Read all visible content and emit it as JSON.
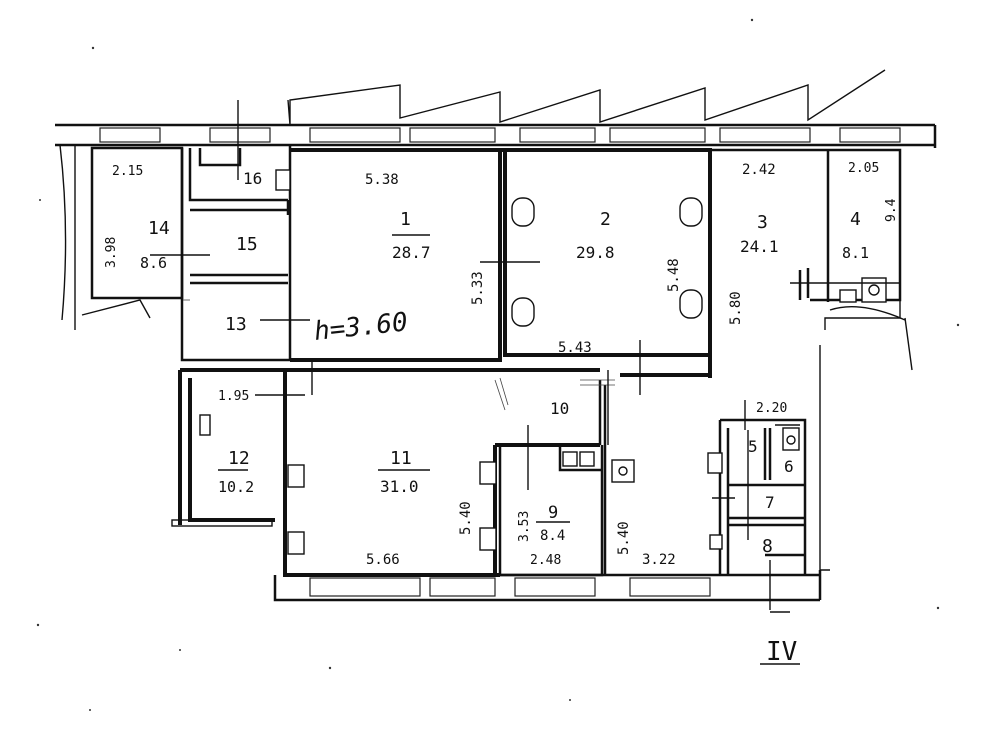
{
  "plan": {
    "height_note": "h=3.60",
    "corner_mark": "IV",
    "rooms": [
      {
        "num": "1",
        "area": "28.7"
      },
      {
        "num": "2",
        "area": "29.8"
      },
      {
        "num": "3",
        "area": "24.1"
      },
      {
        "num": "4",
        "area": "8.1"
      },
      {
        "num": "5",
        "area": ""
      },
      {
        "num": "6",
        "area": ""
      },
      {
        "num": "7",
        "area": ""
      },
      {
        "num": "8",
        "area": ""
      },
      {
        "num": "9",
        "area": "8.4"
      },
      {
        "num": "10",
        "area": ""
      },
      {
        "num": "11",
        "area": "31.0"
      },
      {
        "num": "12",
        "area": "10.2"
      },
      {
        "num": "13",
        "area": ""
      },
      {
        "num": "14",
        "area": "8.6"
      },
      {
        "num": "15",
        "area": ""
      },
      {
        "num": "16",
        "area": ""
      }
    ],
    "dimensions": [
      "2.15",
      "3.98",
      "5.38",
      "5.33",
      "5.48",
      "2.42",
      "5.80",
      "2.05",
      "9.4",
      "5.43",
      "1.95",
      "2.20",
      "5.40",
      "3.53",
      "5.40",
      "5.66",
      "2.48",
      "3.22"
    ]
  }
}
